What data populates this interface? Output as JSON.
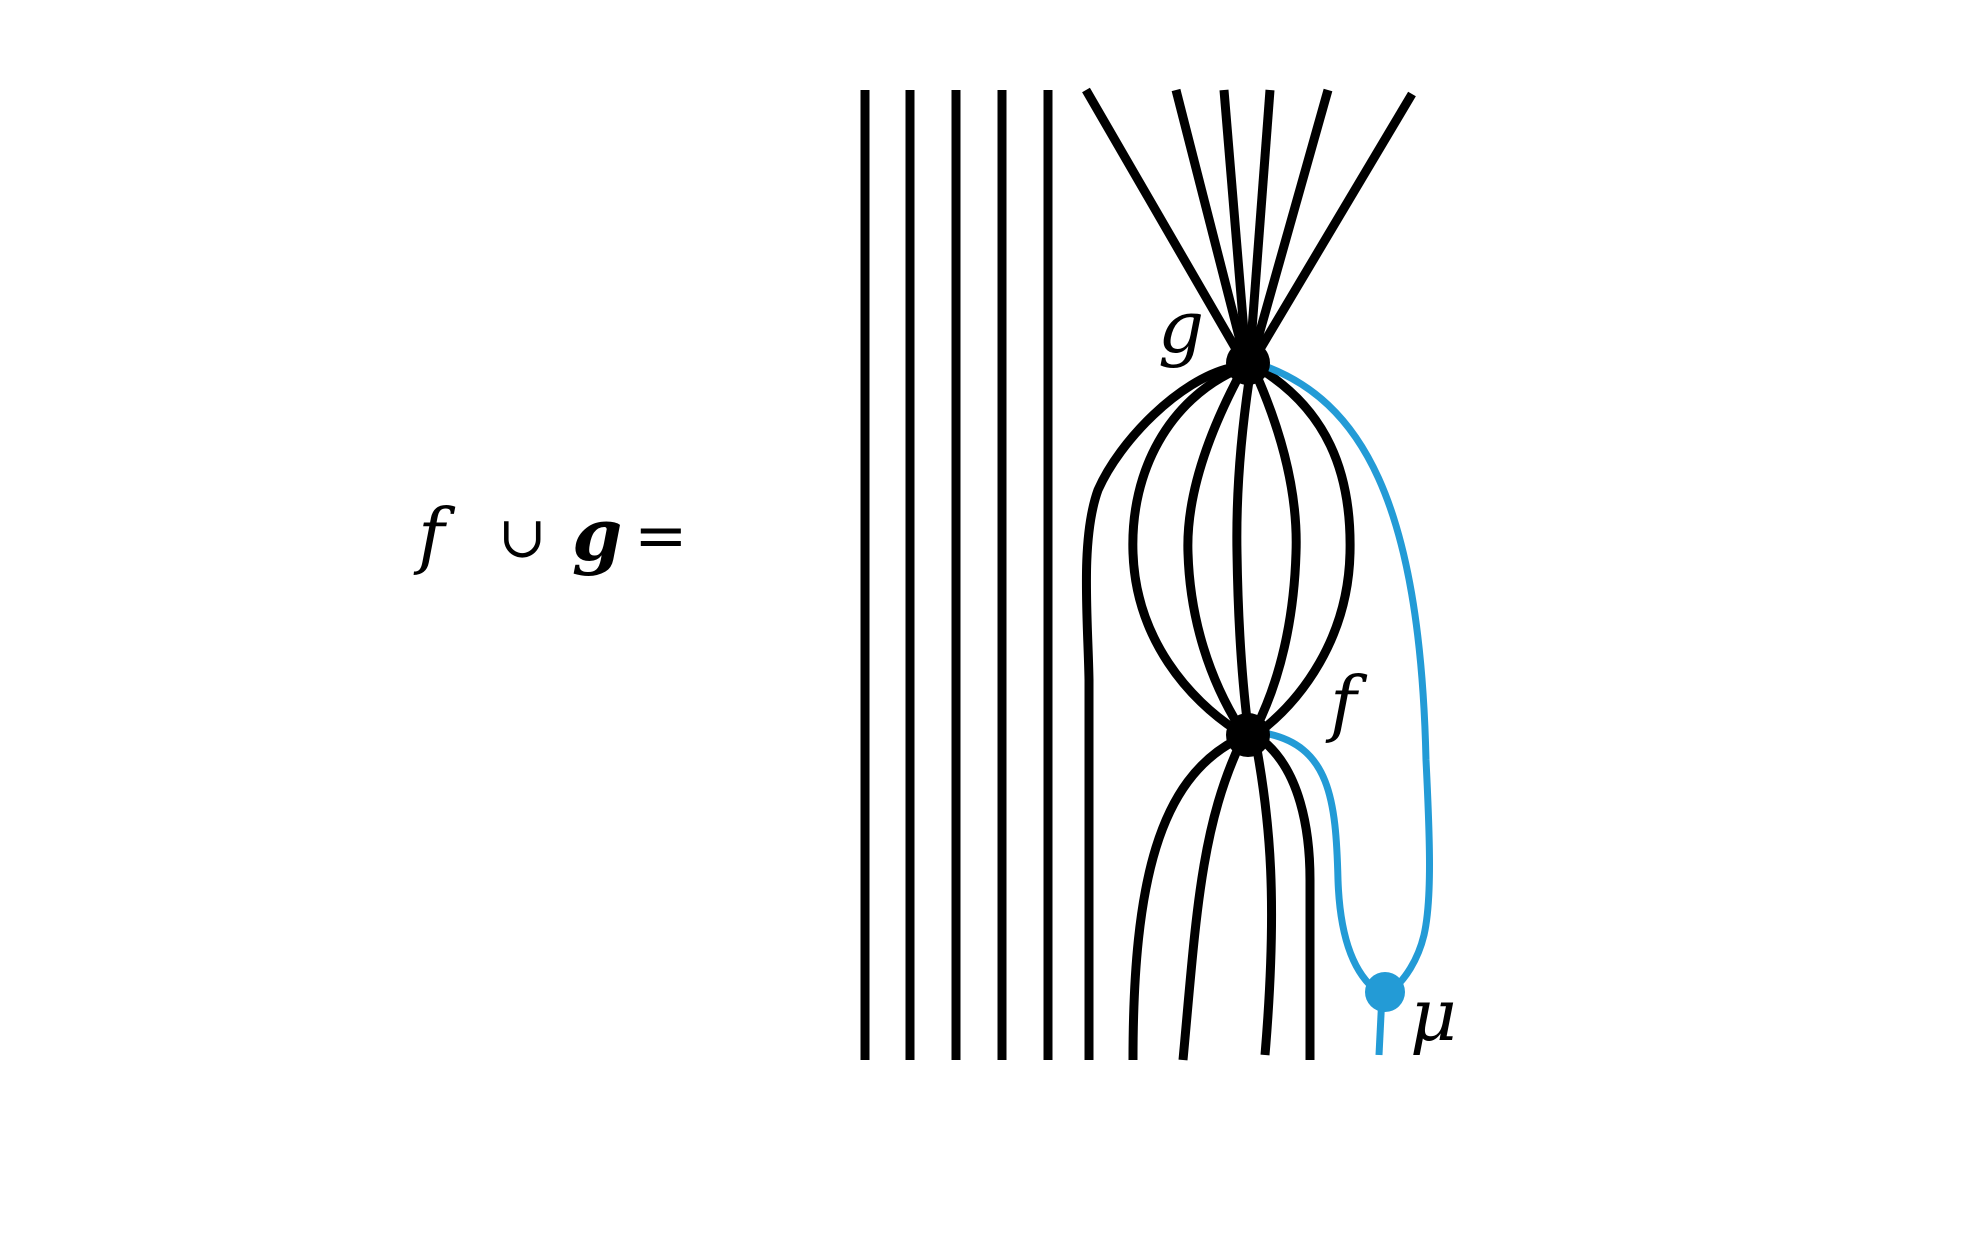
{
  "equation": {
    "lhs_f": "f",
    "cup": "∪",
    "lhs_g": "g",
    "equals": "="
  },
  "nodes": {
    "g": {
      "label": "g",
      "color": "#000000"
    },
    "f": {
      "label": "f",
      "color": "#000000"
    },
    "mu": {
      "label": "μ",
      "color": "#239bd6"
    }
  },
  "colors": {
    "strand": "#000000",
    "accent": "#239bd6",
    "background": "#ffffff"
  },
  "diagram": {
    "parallel_strands": 5,
    "top_fan_strands_into_g": 6,
    "strands_between_g_and_f": 5,
    "bottom_strands_from_f": 4,
    "left_bypass_strands": 1
  }
}
